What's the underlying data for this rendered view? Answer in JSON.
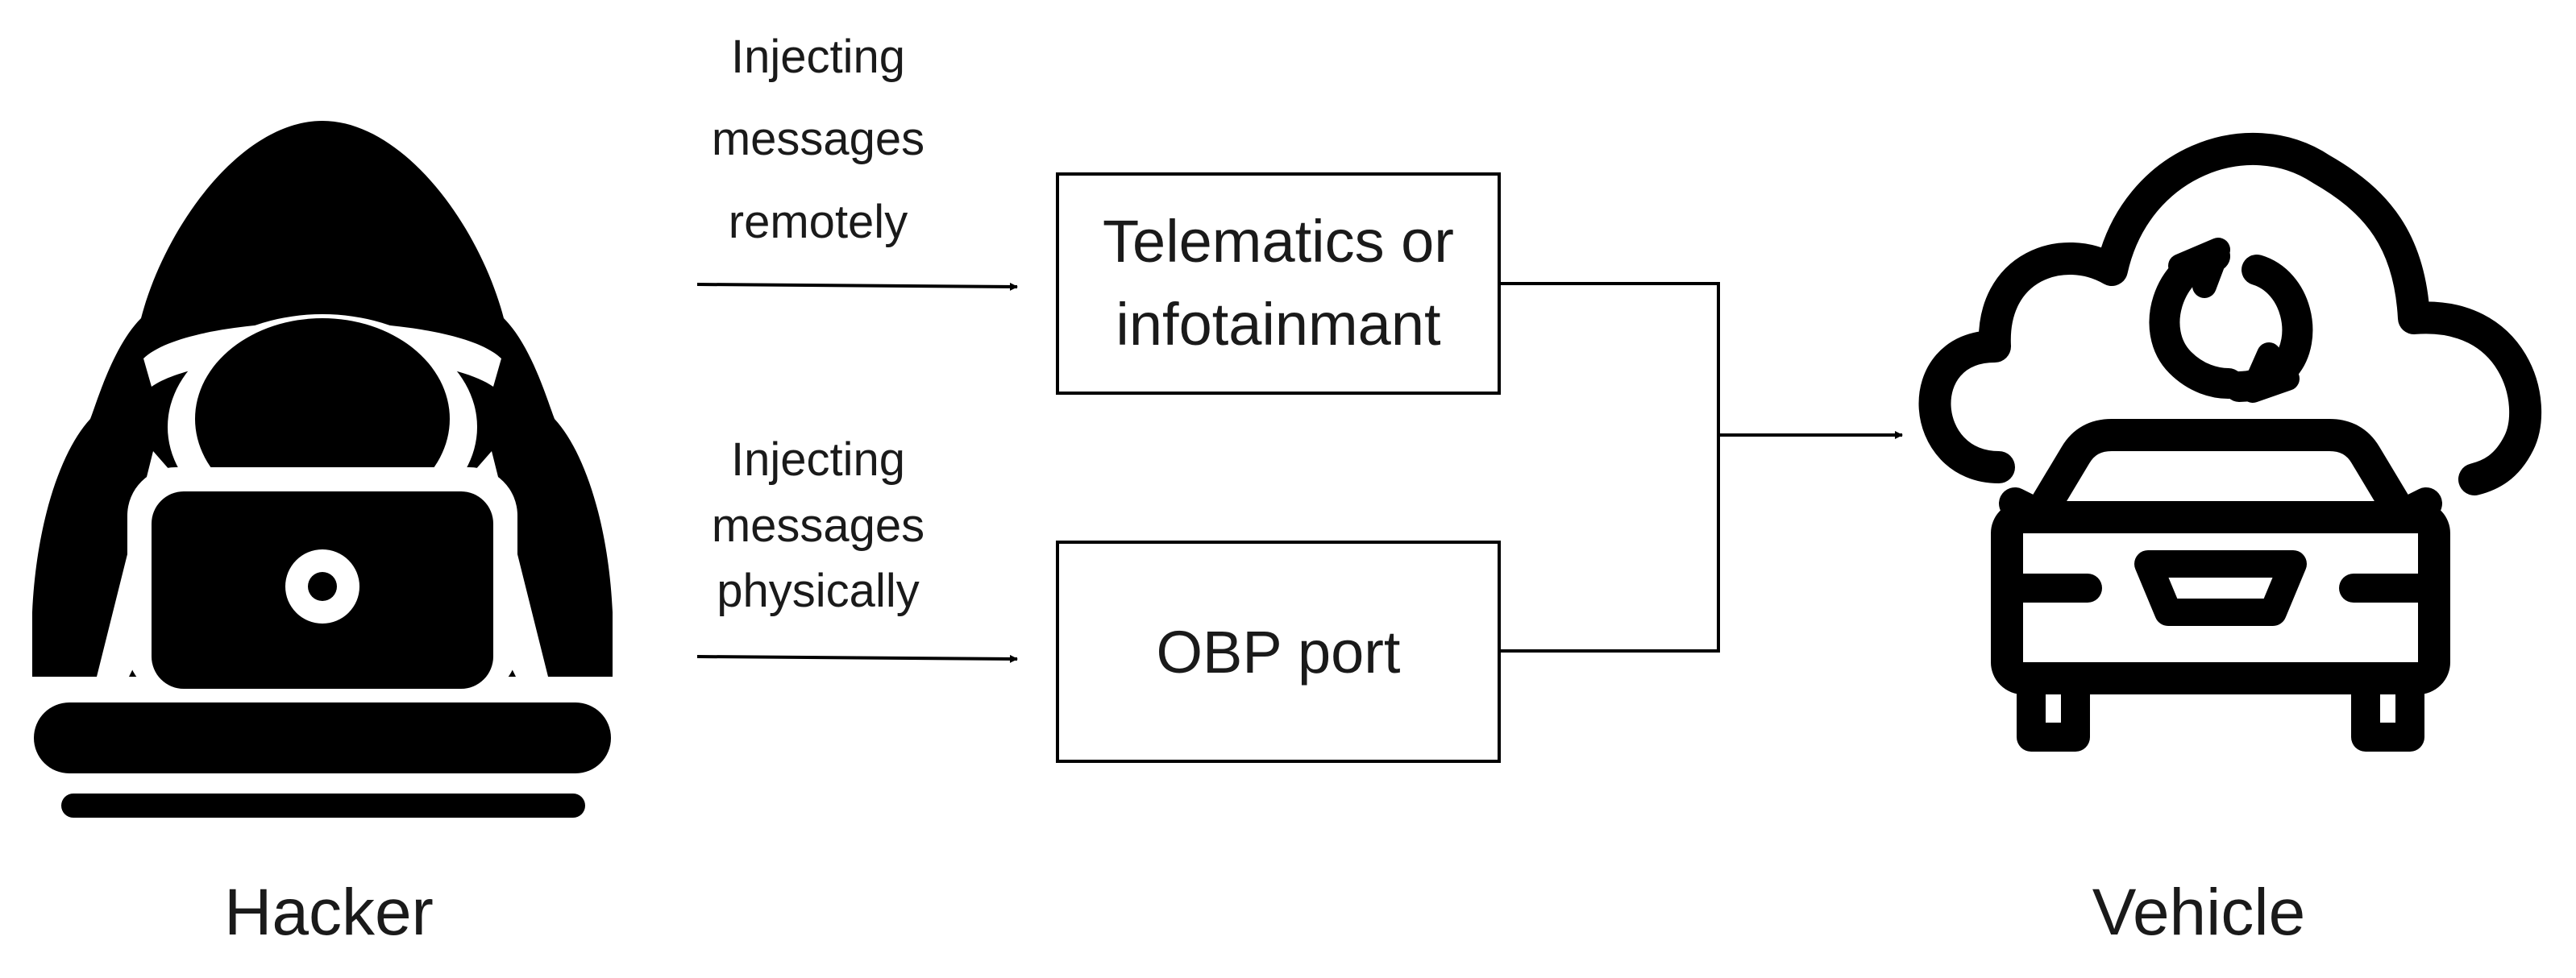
{
  "nodes": {
    "hacker": {
      "label": "Hacker",
      "icon": "hooded-hacker-laptop-icon"
    },
    "telematics": {
      "label_lines": [
        "Telematics or",
        "infotainmant"
      ]
    },
    "obp": {
      "label": "OBP port"
    },
    "vehicle": {
      "label": "Vehicle",
      "icon": "car-cloud-sync-icon"
    }
  },
  "edges": {
    "remote": {
      "label_lines": [
        "Injecting",
        "messages",
        "remotely"
      ]
    },
    "physical": {
      "label_lines": [
        "Injecting",
        "messages",
        "physically"
      ]
    }
  },
  "colors": {
    "ink": "#000000",
    "text": "#1a1a1a",
    "background": "#ffffff"
  }
}
